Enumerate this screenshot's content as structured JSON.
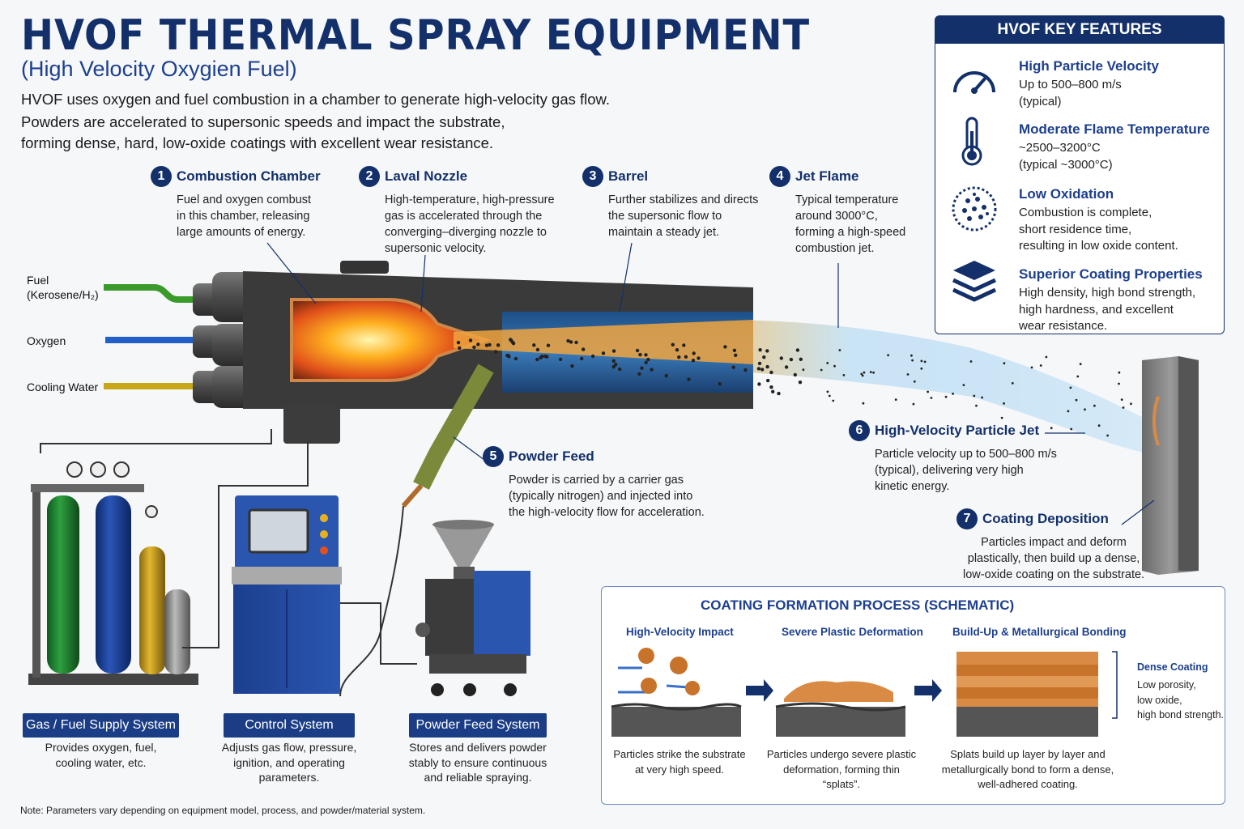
{
  "header": {
    "title": "HVOF THERMAL SPRAY EQUIPMENT",
    "subtitle": "(High Velocity Oxygien Fuel)",
    "intro": [
      "HVOF uses oxygen and fuel combustion in a chamber to generate high-velocity gas flow.",
      "Powders are accelerated to supersonic speeds and impact the substrate,",
      "forming dense, hard, low-oxide coatings with excellent wear resistance."
    ]
  },
  "steps": [
    {
      "num": "1",
      "title": "Combustion Chamber",
      "desc": "Fuel and oxygen combust\nin this chamber, releasing\nlarge amounts of energy."
    },
    {
      "num": "2",
      "title": "Laval Nozzle",
      "desc": "High-temperature, high-pressure\ngas is accelerated through the\nconverging–diverging nozzle to\nsupersonic velocity."
    },
    {
      "num": "3",
      "title": "Barrel",
      "desc": "Further stabilizes and directs\nthe supersonic flow to\nmaintain a steady jet."
    },
    {
      "num": "4",
      "title": "Jet Flame",
      "desc": "Typical temperature\naround 3000°C,\nforming a high-speed\ncombustion jet."
    },
    {
      "num": "5",
      "title": "Powder Feed",
      "desc": "Powder is carried by a carrier gas\n(typically nitrogen) and injected into\nthe high-velocity flow for acceleration."
    },
    {
      "num": "6",
      "title": "High-Velocity Particle Jet",
      "desc": "Particle velocity up to 500–800 m/s\n(typical), delivering very high\nkinetic energy."
    },
    {
      "num": "7",
      "title": "Coating Deposition",
      "desc": "Particles impact and deform\nplastically, then build up a dense,\nlow-oxide coating on the substrate."
    }
  ],
  "inputs": {
    "fuel": "Fuel\n(Kerosene/H₂)",
    "oxygen": "Oxygen",
    "cooling": "Cooling Water"
  },
  "features": {
    "heading": "HVOF KEY FEATURES",
    "items": [
      {
        "icon": "speedometer-icon",
        "title": "High Particle Velocity",
        "desc": "Up to 500–800 m/s\n(typical)"
      },
      {
        "icon": "thermometer-icon",
        "title": "Moderate Flame Temperature",
        "desc": "~2500–3200°C\n(typical ~3000°C)"
      },
      {
        "icon": "particles-icon",
        "title": "Low Oxidation",
        "desc": "Combustion is complete,\nshort residence time,\nresulting in low oxide content."
      },
      {
        "icon": "layers-icon",
        "title": "Superior Coating Properties",
        "desc": "High density, high bond strength,\nhigh hardness, and excellent\nwear resistance."
      }
    ]
  },
  "systems": [
    {
      "label": "Gas / Fuel Supply System",
      "desc": "Provides oxygen, fuel,\ncooling water, etc."
    },
    {
      "label": "Control System",
      "desc": "Adjusts gas flow, pressure,\nignition, and operating\nparameters."
    },
    {
      "label": "Powder Feed System",
      "desc": "Stores and delivers powder\nstably to ensure continuous\nand reliable spraying."
    }
  ],
  "process": {
    "title": "COATING FORMATION PROCESS (SCHEMATIC)",
    "stages": [
      {
        "title": "High-Velocity Impact",
        "desc": "Particles strike the substrate\nat very high speed."
      },
      {
        "title": "Severe Plastic Deformation",
        "desc": "Particles undergo severe plastic\ndeformation, forming thin\n“splats”."
      },
      {
        "title": "Build-Up & Metallurgical Bonding",
        "desc": "Splats build up layer by layer and\nmetallurgically bond to form a dense,\nwell-adhered coating."
      }
    ],
    "result_title": "Dense Coating",
    "result_desc": "Low porosity,\nlow oxide,\nhigh bond strength."
  },
  "note": "Note: Parameters vary depending on equipment model, process, and powder/material system.",
  "colors": {
    "navy": "#13306b",
    "fuel_line": "#3a9a2a",
    "oxygen_line": "#2060c8",
    "water_line": "#c8a818",
    "coating": "#d98a45"
  }
}
